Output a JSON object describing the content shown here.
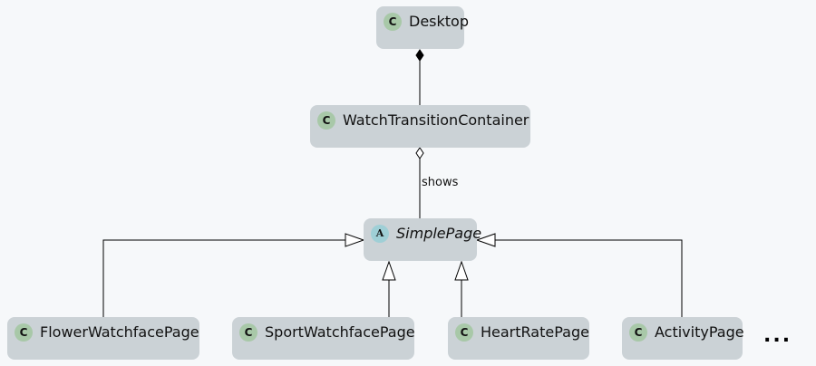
{
  "diagram": {
    "classes": [
      {
        "id": "desktop",
        "stereotype": "C",
        "name": "Desktop",
        "kind": "class"
      },
      {
        "id": "watch-transition-container",
        "stereotype": "C",
        "name": "WatchTransitionContainer",
        "kind": "class"
      },
      {
        "id": "simple-page",
        "stereotype": "A",
        "name": "SimplePage",
        "kind": "abstract"
      },
      {
        "id": "flower-watchface-page",
        "stereotype": "C",
        "name": "FlowerWatchfacePage",
        "kind": "class"
      },
      {
        "id": "sport-watchface-page",
        "stereotype": "C",
        "name": "SportWatchfacePage",
        "kind": "class"
      },
      {
        "id": "heart-rate-page",
        "stereotype": "C",
        "name": "HeartRatePage",
        "kind": "class"
      },
      {
        "id": "activity-page",
        "stereotype": "C",
        "name": "ActivityPage",
        "kind": "class"
      }
    ],
    "relations": [
      {
        "from": "Desktop",
        "to": "WatchTransitionContainer",
        "type": "composition"
      },
      {
        "from": "WatchTransitionContainer",
        "to": "SimplePage",
        "type": "aggregation",
        "label": "shows"
      },
      {
        "from": "FlowerWatchfacePage",
        "to": "SimplePage",
        "type": "inheritance"
      },
      {
        "from": "SportWatchfacePage",
        "to": "SimplePage",
        "type": "inheritance"
      },
      {
        "from": "HeartRatePage",
        "to": "SimplePage",
        "type": "inheritance"
      },
      {
        "from": "ActivityPage",
        "to": "SimplePage",
        "type": "inheritance"
      }
    ],
    "more_marker": "...",
    "colors": {
      "background": "#f6f8fa",
      "node_fill": "#cbd2d6",
      "class_badge": "#a8c8a8",
      "abstract_badge": "#9fcfd6",
      "line": "#000000"
    }
  }
}
